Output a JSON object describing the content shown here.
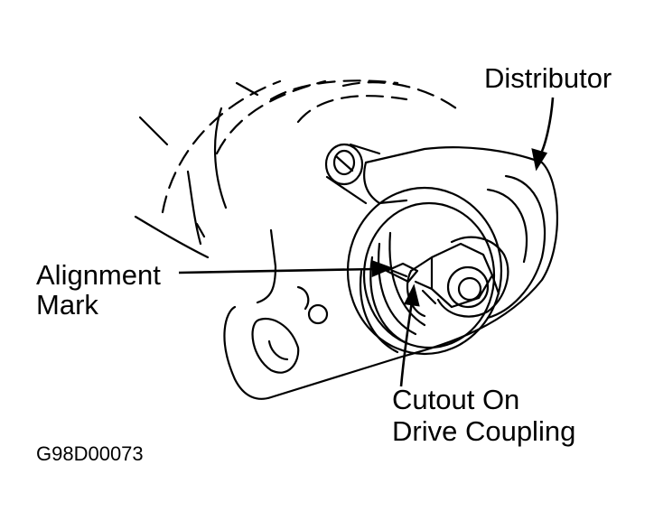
{
  "labels": {
    "distributor": "Distributor",
    "alignment_mark_line1": "Alignment",
    "alignment_mark_line2": "Mark",
    "cutout_line1": "Cutout On",
    "cutout_line2": "Drive Coupling"
  },
  "figure_code": "G98D00073"
}
